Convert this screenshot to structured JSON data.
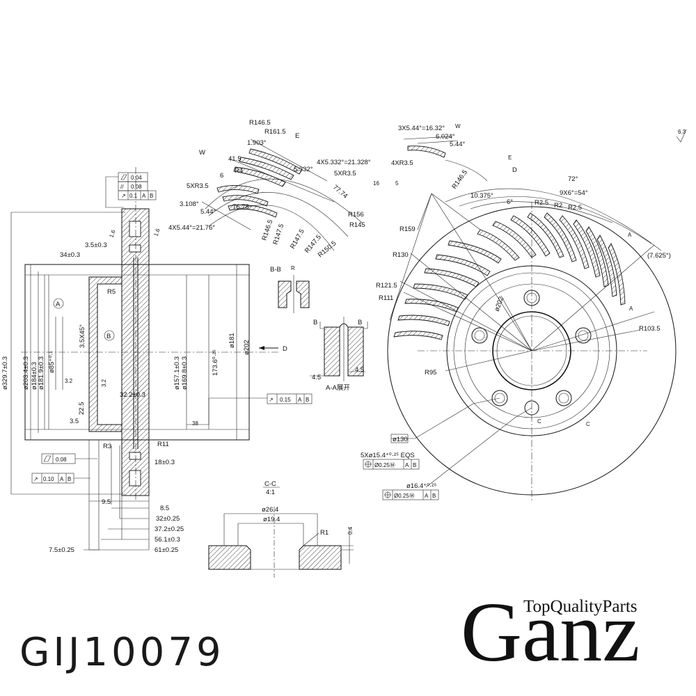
{
  "part_number": "GIJ10079",
  "brand": {
    "name": "Ganz",
    "tagline": "TopQualityParts"
  },
  "roughness": "6.3",
  "tolerance_frames": {
    "flatness_top": "0.04",
    "parallel_top": "0.08",
    "runout_top": "0.1",
    "runout_top_ref_a": "A",
    "runout_top_ref_b": "B",
    "flatness_bottom": "0.08",
    "runout_bottom": "0.10",
    "runout_bottom_ref_a": "A",
    "runout_bottom_ref_b": "B",
    "runout_mid": "0.15",
    "runout_mid_ref_a": "A",
    "runout_mid_ref_b": "B",
    "pos_holes": "Ø0.25Ⓜ",
    "pos_holes_ref_a": "A",
    "pos_holes_ref_b": "B",
    "pos_center": "Ø0.25Ⓜ",
    "pos_center_ref_a": "A",
    "pos_center_ref_b": "B"
  },
  "section_view": {
    "d_outer": "ø329.7±0.3",
    "d_203": "ø203.4±0.3",
    "d_184": "ø184±0.3",
    "d_181_9": "ø181.9±0.3",
    "d_85": "ø85⁺⁰·¹",
    "chamfer": "3.5X45°",
    "thickness_3_5": "3.5±0.3",
    "width_34": "34±0.3",
    "r5": "R5",
    "r3": "R3",
    "r11": "R11",
    "d_157": "ø157.1±0.3",
    "d_169": "ø169.8±0.3",
    "d_173": "173.6⁰·²⁵",
    "d_181": "ø181",
    "d_202": "ø202",
    "w_32_2": "32.2±0.3",
    "w_18": "18±0.3",
    "rough_3_2a": "3.2",
    "rough_3_2b": "3.2",
    "w_22_5": "22.5",
    "w_3_5": "3.5",
    "ang_38": "38",
    "datum_a": "A",
    "datum_b": "B",
    "view_d": "D",
    "w_9_5": "9.5",
    "w_8_5": "8.5",
    "w_32": "32±0.25",
    "w_37_2": "37.2±0.25",
    "w_56_1": "56.1±0.3",
    "w_61": "61±0.25",
    "w_7_5": "7.5±0.25",
    "tol_1_6a": "1.6",
    "tol_1_6b": "1.6"
  },
  "detail_bb": {
    "title": "B-B",
    "r": "R"
  },
  "detail_aa": {
    "title": "A-A展开",
    "w1": "4.5",
    "w2": "4.5",
    "b_left": "B",
    "b_right": "B"
  },
  "detail_cc": {
    "title": "C-C",
    "scale": "4:1",
    "d_26_4": "ø26.4",
    "d_19_4": "ø19.4",
    "r1": "R1",
    "depth": "0.4"
  },
  "sector_view": {
    "r146_5": "R146.5",
    "r161_5": "R161.5",
    "e": "E",
    "w": "W",
    "a1903": "1.903°",
    "v41_5": "41.5",
    "r4": "R4",
    "r6": "6",
    "a5332": "5.332°",
    "a4x5332": "4X5.332°=21.328°",
    "r5xr35": "5XR3.5",
    "r5xr35b": "5XR3.5",
    "a7774": "77.74",
    "a3108": "3.108°",
    "a7678": "76.78",
    "a544": "5.44°",
    "a4x544": "4X5.44°=21.76°",
    "r146_5b": "R146.5",
    "r147_5a": "R147.5",
    "r147_5b": "R147.5",
    "r147_5c": "R147.5",
    "r150_5": "R150.5",
    "r156": "R156",
    "r145": "R145"
  },
  "front_view": {
    "a3x544": "3X5.44°=16.32°",
    "w": "W",
    "a6024": "6.024°",
    "a544": "5.44°",
    "r4xr35": "4XR3.5",
    "r146_5": "R146.5",
    "e": "E",
    "d": "D",
    "v16": "16",
    "v5": "5",
    "a72": "72°",
    "a9x6": "9X6°=54°",
    "a10375": "10.375°",
    "a6": "6°",
    "r2_5a": "R2.5",
    "r2": "R2",
    "r2_5b": "R2.5",
    "r159": "R159",
    "r130": "R130",
    "r121_5": "R121.5",
    "r111": "R111",
    "a7625": "(7.625°)",
    "sec_a1": "A",
    "sec_a2": "A",
    "d202": "ø202",
    "r103_5": "R103.5",
    "r95": "R95",
    "d130": "ø130",
    "holes": "5Xø15.4⁺⁰·²⁵ EQS",
    "center_hole": "ø16.4⁺⁰·²⁵",
    "sec_c1": "C",
    "sec_c2": "C"
  }
}
